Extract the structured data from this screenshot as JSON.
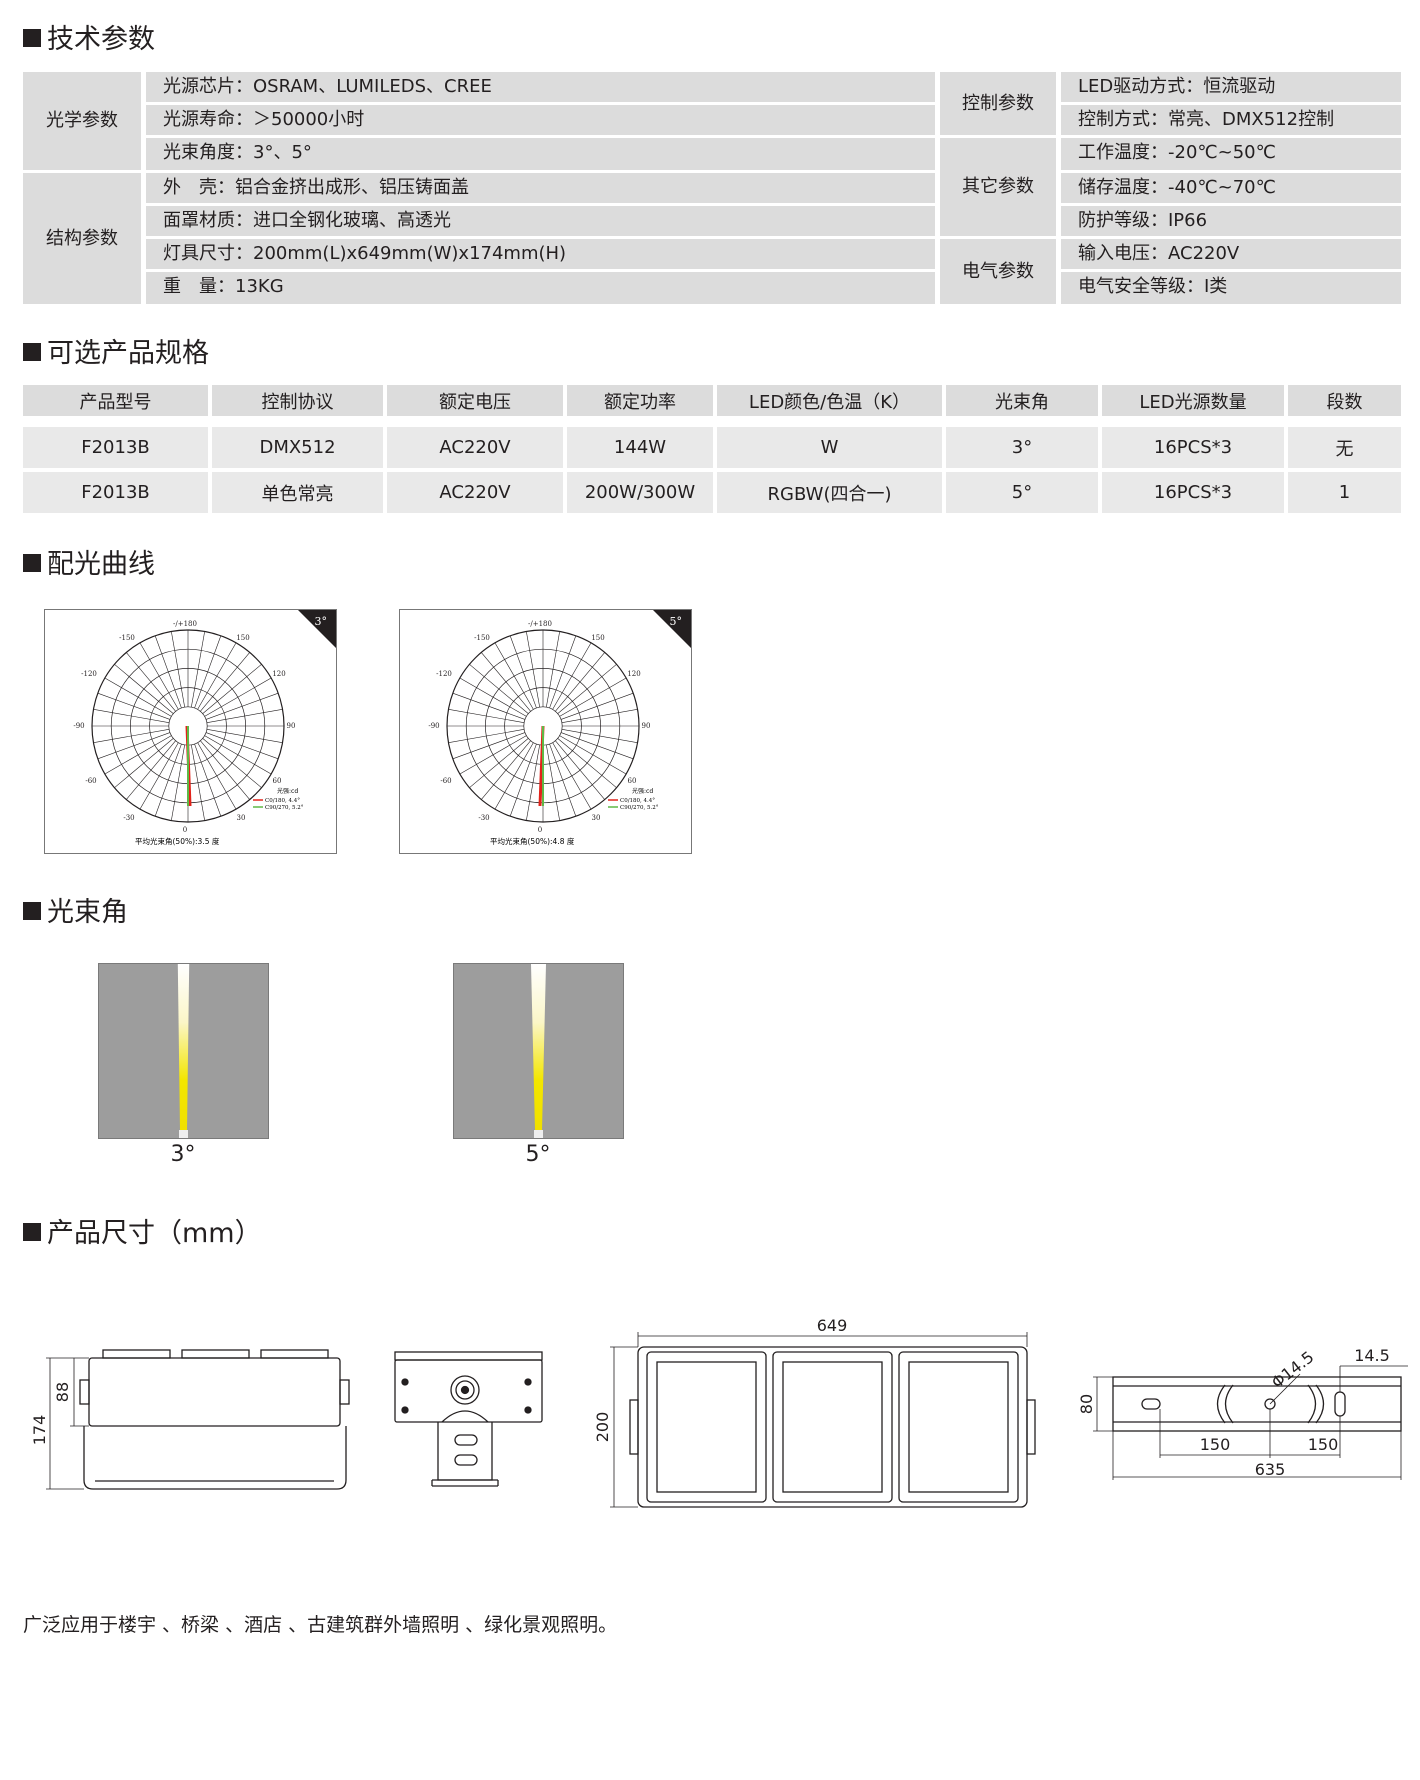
{
  "sections": {
    "tech": "技术参数",
    "spec": "可选产品规格",
    "curve": "配光曲线",
    "beam": "光束角",
    "dims": "产品尺寸（mm）"
  },
  "tech_table": {
    "optical_label": "光学参数",
    "optical": [
      "光源芯片：OSRAM、LUMILEDS、CREE",
      "光源寿命：＞50000小时",
      "光束角度：3°、5°"
    ],
    "structure_label": "结构参数",
    "structure": [
      "外　壳：铝合金挤出成形、铝压铸面盖",
      "面罩材质：进口全钢化玻璃、高透光",
      "灯具尺寸：200mm(L)x649mm(W)x174mm(H)",
      "重　量：13KG"
    ],
    "control_label": "控制参数",
    "control": [
      "LED驱动方式：恒流驱动",
      "控制方式：常亮、DMX512控制"
    ],
    "other_label": "其它参数",
    "other": [
      "工作温度：-20℃~50℃",
      "储存温度：-40℃~70℃",
      "防护等级：IP66"
    ],
    "electric_label": "电气参数",
    "electric": [
      "输入电压：AC220V",
      "电气安全等级：I类"
    ]
  },
  "spec_table": {
    "headers": [
      "产品型号",
      "控制协议",
      "额定电压",
      "额定功率",
      "LED颜色/色温（K）",
      "光束角",
      "LED光源数量",
      "段数"
    ],
    "rows": [
      [
        "F2013B",
        "DMX512",
        "AC220V",
        "144W",
        "W",
        "3°",
        "16PCS*3",
        "无"
      ],
      [
        "F2013B",
        "单色常亮",
        "AC220V",
        "200W/300W",
        "RGBW(四合一)",
        "5°",
        "16PCS*3",
        "1"
      ]
    ]
  },
  "curves": [
    {
      "corner": "3°",
      "angle_labels": {
        "top": "-/+180",
        "tl": "-150",
        "tr": "150",
        "ul": "-120",
        "ur": "120",
        "l": "-90",
        "r": "90",
        "ll": "-60",
        "lr": "60",
        "bl": "-30",
        "br": "30",
        "b": "0"
      },
      "legend_title": "光强:cd",
      "legend": [
        "C0/180, 4.4°",
        "C90/270, 5.2°"
      ],
      "caption": "平均光束角(50%):3.5 度"
    },
    {
      "corner": "5°",
      "angle_labels": {
        "top": "-/+180",
        "tl": "-150",
        "tr": "150",
        "ul": "-120",
        "ur": "120",
        "l": "-90",
        "r": "90",
        "ll": "-60",
        "lr": "60",
        "bl": "-30",
        "br": "30",
        "b": "0"
      },
      "legend_title": "光强:cd",
      "legend": [
        "C0/180, 4.4°",
        "C90/270, 5.2°"
      ],
      "caption": "平均光束角(50%):4.8 度"
    }
  ],
  "beams": [
    {
      "label": "3°",
      "spread": 3
    },
    {
      "label": "5°",
      "spread": 5
    }
  ],
  "dimensions": {
    "side": {
      "total": "174",
      "top": "88"
    },
    "front": {
      "width": "649",
      "height": "200"
    },
    "bracket": {
      "hole": "Φ14.5",
      "slot": "14.5",
      "height": "80",
      "left": "150",
      "right": "150",
      "length": "635"
    }
  },
  "colors": {
    "red_curve": "#e2231a",
    "green_curve": "#5fb946",
    "beam_yellow": "#f3e600",
    "cell_gray": "#dcdcdc"
  },
  "footer": "广泛应用于楼宇 、桥梁 、酒店 、古建筑群外墙照明 、绿化景观照明。"
}
